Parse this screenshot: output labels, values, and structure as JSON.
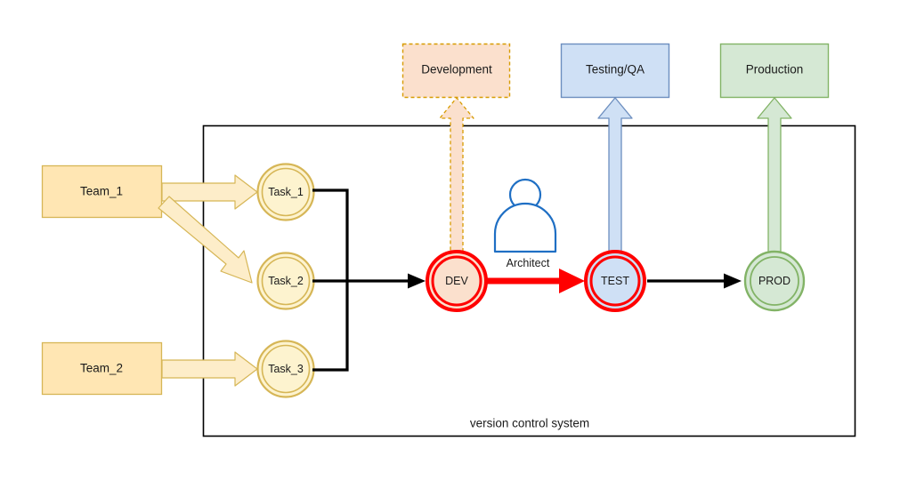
{
  "diagram": {
    "title": "version control system",
    "container_label": "version control system",
    "environments": [
      {
        "id": "development",
        "label": "Development",
        "fill": "#fbe0cd",
        "stroke": "#d79b00",
        "style": "dashed"
      },
      {
        "id": "testing-qa",
        "label": "Testing/QA",
        "fill": "#cfe0f5",
        "stroke": "#6c8ebf",
        "style": "solid"
      },
      {
        "id": "production",
        "label": "Production",
        "fill": "#d5e8d4",
        "stroke": "#82b366",
        "style": "solid"
      }
    ],
    "teams": [
      {
        "id": "team-1",
        "label": "Team_1",
        "fill": "#ffe6b3",
        "stroke": "#d6b656"
      },
      {
        "id": "team-2",
        "label": "Team_2",
        "fill": "#ffe6b3",
        "stroke": "#d6b656"
      }
    ],
    "tasks": [
      {
        "id": "task-1",
        "label": "Task_1",
        "fill": "#fdf3cf",
        "stroke": "#d6b656"
      },
      {
        "id": "task-2",
        "label": "Task_2",
        "fill": "#fdf3cf",
        "stroke": "#d6b656"
      },
      {
        "id": "task-3",
        "label": "Task_3",
        "fill": "#fdf3cf",
        "stroke": "#d6b656"
      }
    ],
    "stages": [
      {
        "id": "dev",
        "label": "DEV",
        "fill": "#fbe0cd",
        "stroke": "#ff0000"
      },
      {
        "id": "test",
        "label": "TEST",
        "fill": "#cfe0f5",
        "stroke": "#ff0000"
      },
      {
        "id": "prod",
        "label": "PROD",
        "fill": "#d5e8d4",
        "stroke": "#82b366"
      }
    ],
    "actor": {
      "id": "architect",
      "label": "Architect",
      "stroke": "#1f6fc4"
    },
    "colors": {
      "red_flow": "#ff0000",
      "black_flow": "#000000",
      "gold": "#d6b656",
      "orange": "#d79b00",
      "blue": "#6c8ebf",
      "green": "#82b366",
      "container_border": "#000000",
      "background": "#ffffff"
    }
  }
}
